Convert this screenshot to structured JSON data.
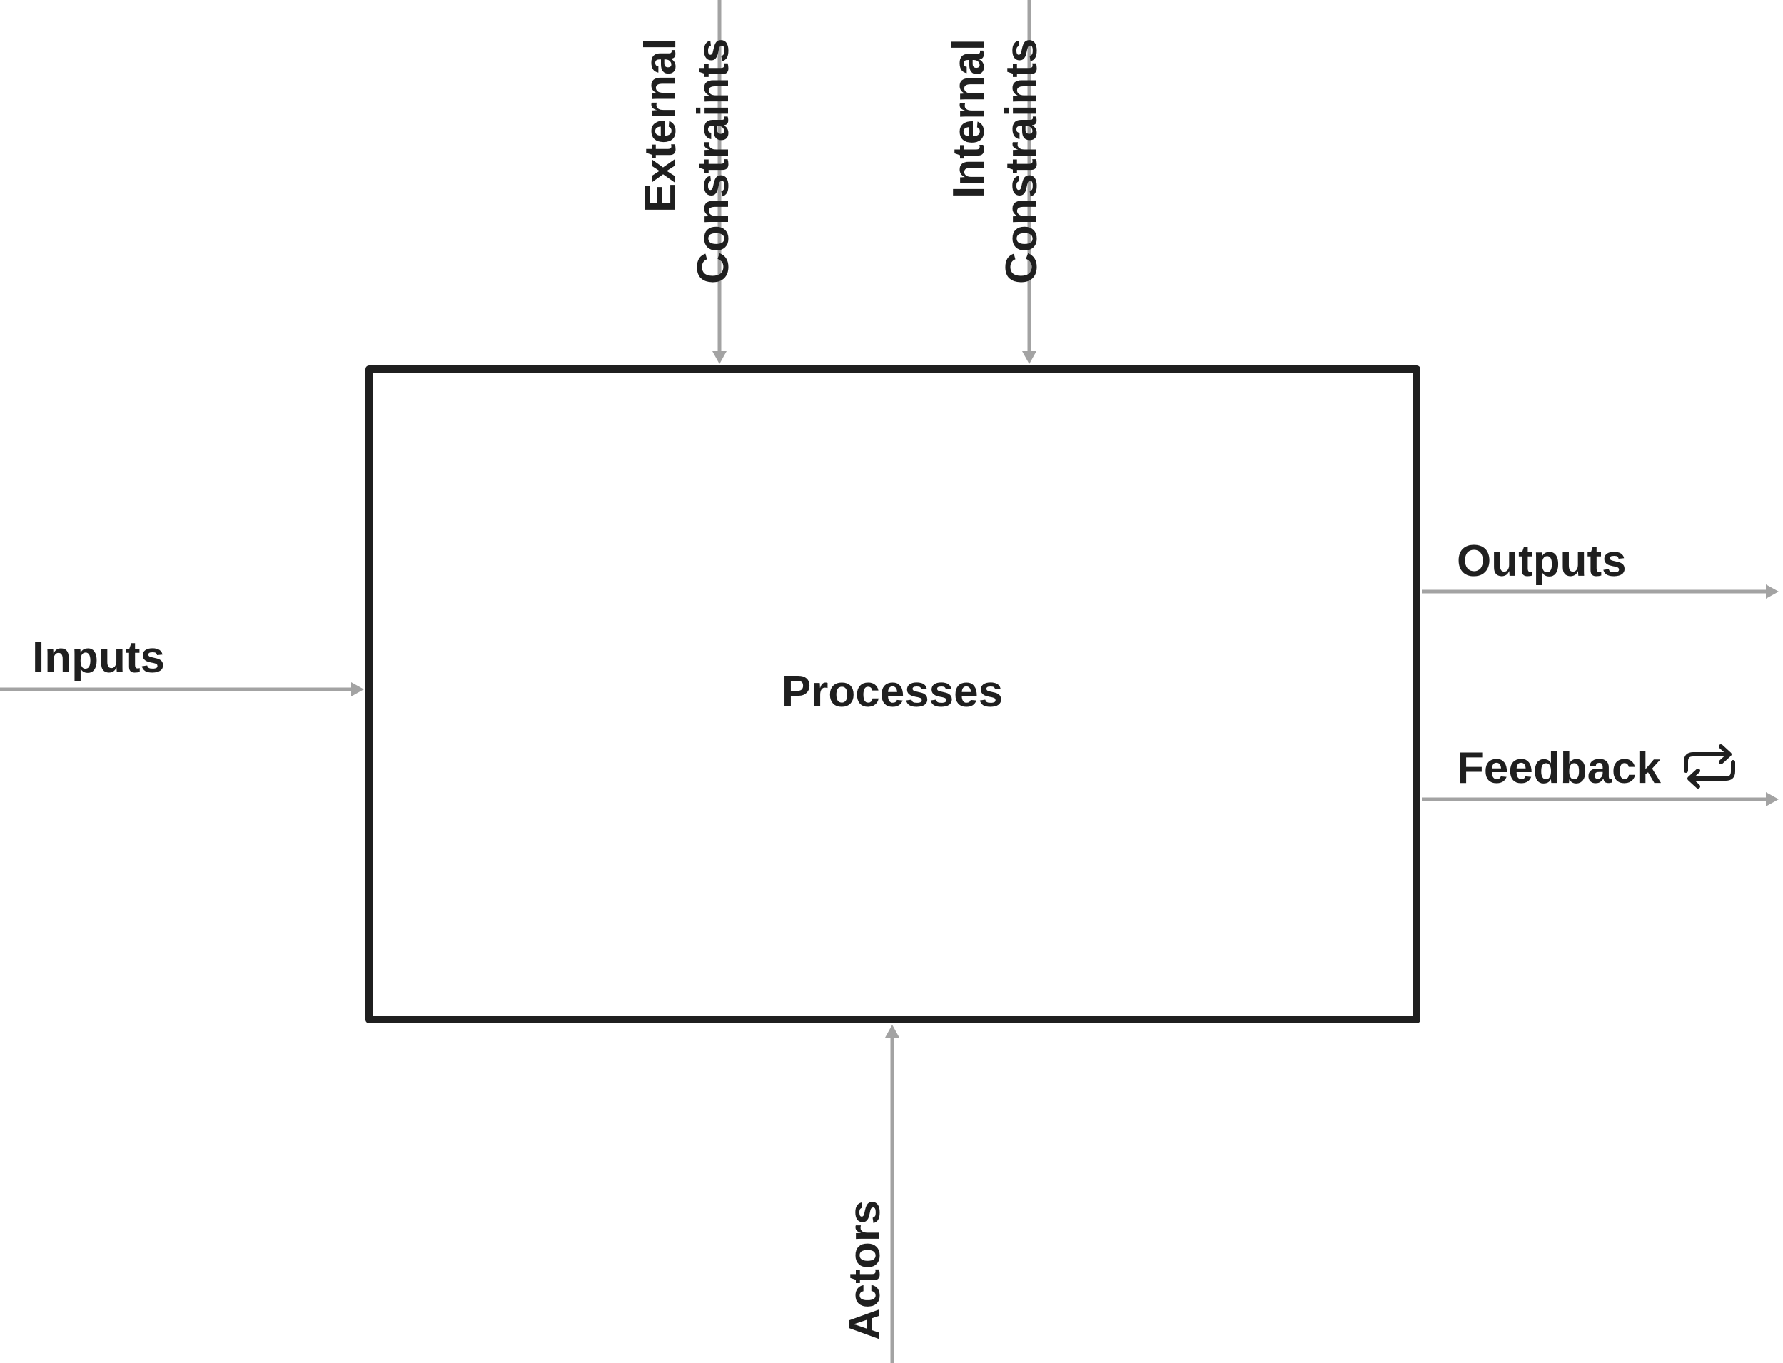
{
  "diagram": {
    "process_label": "Processes",
    "inputs_label": "Inputs",
    "outputs_label": "Outputs",
    "feedback_label": "Feedback",
    "feedback_icon": "repeat-arrows-icon",
    "external_constraints_label": [
      "External",
      "Constraints"
    ],
    "internal_constraints_label": [
      "Internal",
      "Constraints"
    ],
    "actors_label": "Actors"
  },
  "colors": {
    "box_stroke": "#1f1f1f",
    "arrow": "#a3a3a3",
    "text": "#1f1f1f",
    "background": "#ffffff"
  }
}
